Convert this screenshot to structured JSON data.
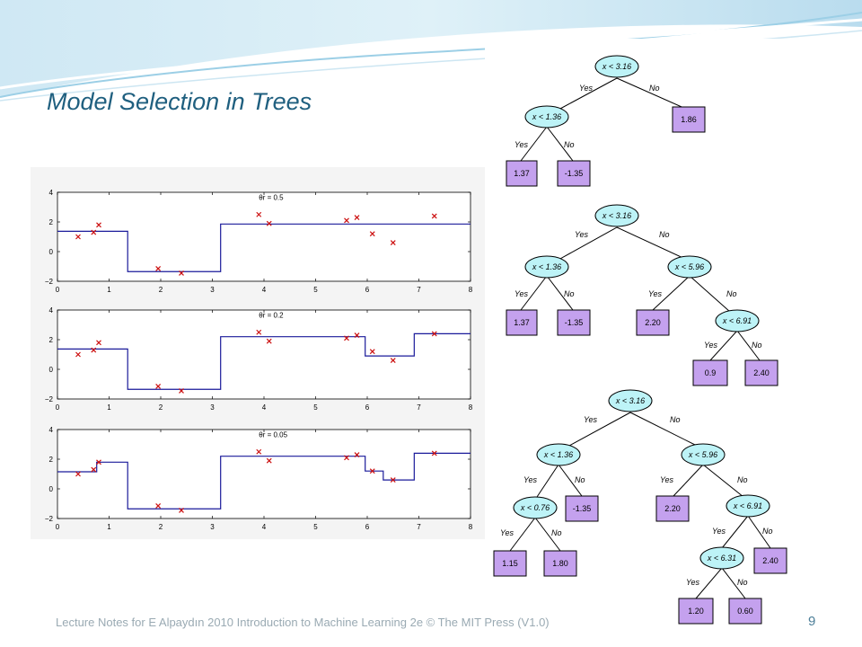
{
  "slide": {
    "title": "Model Selection in Trees",
    "footer": "Lecture Notes for E Alpaydın 2010 Introduction to Machine Learning 2e © The MIT Press (V1.0)",
    "page_number": "9"
  },
  "colors": {
    "title": "#1f5f7f",
    "step_line": "#1a1a9a",
    "marker": "#cc1111",
    "decision_node": "#bdf3f7",
    "leaf_node": "#c4a1ee",
    "footer": "#9aaab3"
  },
  "chart_data": [
    {
      "type": "step",
      "annotation": "θr = 0.5",
      "xlim": [
        0,
        8
      ],
      "ylim": [
        -2,
        4
      ],
      "xticks": [
        "0",
        "1",
        "2",
        "3",
        "4",
        "5",
        "6",
        "7",
        "8"
      ],
      "yticks": [
        "-2",
        "0",
        "2",
        "4"
      ],
      "points": [
        [
          0.4,
          1.0
        ],
        [
          0.7,
          1.3
        ],
        [
          0.8,
          1.8
        ],
        [
          1.95,
          -1.15
        ],
        [
          2.4,
          -1.45
        ],
        [
          3.9,
          2.5
        ],
        [
          4.1,
          1.9
        ],
        [
          5.6,
          2.1
        ],
        [
          5.8,
          2.3
        ],
        [
          6.1,
          1.2
        ],
        [
          6.5,
          0.6
        ],
        [
          7.3,
          2.4
        ]
      ],
      "steps": [
        [
          0,
          1.37
        ],
        [
          1.36,
          -1.35
        ],
        [
          3.16,
          1.86
        ],
        [
          8,
          1.86
        ]
      ]
    },
    {
      "type": "step",
      "annotation": "θr = 0.2",
      "xlim": [
        0,
        8
      ],
      "ylim": [
        -2,
        4
      ],
      "xticks": [
        "0",
        "1",
        "2",
        "3",
        "4",
        "5",
        "6",
        "7",
        "8"
      ],
      "yticks": [
        "-2",
        "0",
        "2",
        "4"
      ],
      "points": [
        [
          0.4,
          1.0
        ],
        [
          0.7,
          1.3
        ],
        [
          0.8,
          1.8
        ],
        [
          1.95,
          -1.15
        ],
        [
          2.4,
          -1.45
        ],
        [
          3.9,
          2.5
        ],
        [
          4.1,
          1.9
        ],
        [
          5.6,
          2.1
        ],
        [
          5.8,
          2.3
        ],
        [
          6.1,
          1.2
        ],
        [
          6.5,
          0.6
        ],
        [
          7.3,
          2.4
        ]
      ],
      "steps": [
        [
          0,
          1.37
        ],
        [
          1.36,
          -1.35
        ],
        [
          3.16,
          2.2
        ],
        [
          5.96,
          0.9
        ],
        [
          6.91,
          2.4
        ],
        [
          8,
          2.4
        ]
      ]
    },
    {
      "type": "step",
      "annotation": "θr = 0.05",
      "xlim": [
        0,
        8
      ],
      "ylim": [
        -2,
        4
      ],
      "xticks": [
        "0",
        "1",
        "2",
        "3",
        "4",
        "5",
        "6",
        "7",
        "8"
      ],
      "yticks": [
        "-2",
        "0",
        "2",
        "4"
      ],
      "points": [
        [
          0.4,
          1.0
        ],
        [
          0.7,
          1.3
        ],
        [
          0.8,
          1.8
        ],
        [
          1.95,
          -1.15
        ],
        [
          2.4,
          -1.45
        ],
        [
          3.9,
          2.5
        ],
        [
          4.1,
          1.9
        ],
        [
          5.6,
          2.1
        ],
        [
          5.8,
          2.3
        ],
        [
          6.1,
          1.2
        ],
        [
          6.5,
          0.6
        ],
        [
          7.3,
          2.4
        ]
      ],
      "steps": [
        [
          0,
          1.15
        ],
        [
          0.76,
          1.8
        ],
        [
          1.36,
          -1.35
        ],
        [
          3.16,
          2.2
        ],
        [
          5.96,
          1.2
        ],
        [
          6.31,
          0.6
        ],
        [
          6.91,
          2.4
        ],
        [
          8,
          2.4
        ]
      ]
    }
  ],
  "trees": {
    "yes": "Yes",
    "no": "No",
    "tree1": {
      "root": "x < 3.16",
      "n_136": "x < 1.36",
      "leaf_137": "1.37",
      "leaf_m135": "-1.35",
      "leaf_186": "1.86"
    },
    "tree2": {
      "root": "x < 3.16",
      "n_136": "x < 1.36",
      "leaf_137": "1.37",
      "leaf_m135": "-1.35",
      "n_596": "x < 5.96",
      "leaf_220": "2.20",
      "n_691": "x < 6.91",
      "leaf_09": "0.9",
      "leaf_240": "2.40"
    },
    "tree3": {
      "root": "x < 3.16",
      "n_136": "x < 1.36",
      "n_076": "x < 0.76",
      "leaf_115": "1.15",
      "leaf_180": "1.80",
      "leaf_m135": "-1.35",
      "n_596": "x < 5.96",
      "leaf_220": "2.20",
      "n_691": "x < 6.91",
      "n_631": "x < 6.31",
      "leaf_240": "2.40",
      "leaf_120": "1.20",
      "leaf_060": "0.60"
    }
  }
}
